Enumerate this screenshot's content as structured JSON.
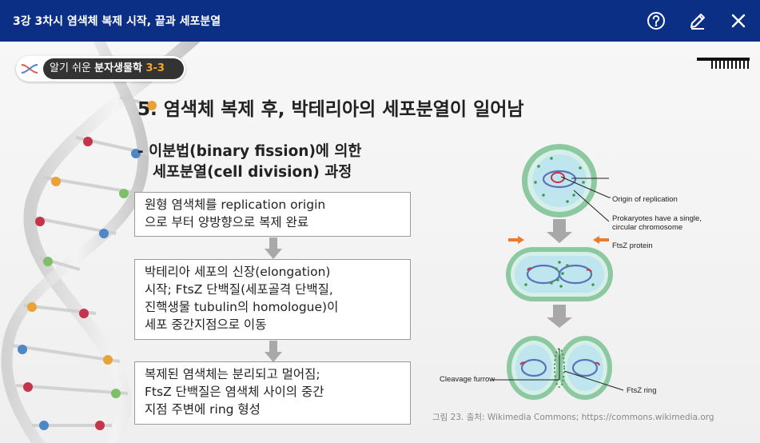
{
  "window": {
    "title": "3강 3차시 염색체 복제 시작, 끝과 세포분열",
    "accent": "#0c2f86",
    "icons": [
      "help-icon",
      "edit-icon",
      "close-icon"
    ]
  },
  "badge": {
    "prefix": "알기 쉬운 ",
    "course": "분자생물학 ",
    "number": "3-3",
    "number_color": "#f5a623"
  },
  "slide": {
    "heading": "5. 염색체 복제 후, 박테리아의 세포분열이 일어남",
    "subhead_line1": "- 이분법(binary fission)에 의한",
    "subhead_line2": "세포분열(cell division) 과정",
    "steps": [
      {
        "lines": [
          "원형 염색체를 replication origin",
          "으로 부터 양방향으로 복제 완료"
        ]
      },
      {
        "lines": [
          "박테리아 세포의 신장(elongation)",
          "시작; FtsZ 단백질(세포골격 단백질,",
          "진핵생물 tubulin의 homologue)이",
          "세포 중간지점으로 이동"
        ]
      },
      {
        "lines": [
          "복제된 염색체는 분리되고 멀어짐;",
          "FtsZ 단백질은 염색체 사이의 중간",
          "지점 주변에 ring 형성"
        ]
      }
    ],
    "diagram_labels": {
      "origin": "Origin of replication",
      "chromosome_1": "Prokaryotes have a single,",
      "chromosome_2": "circular chromosome",
      "ftsz_protein": "FtsZ protein",
      "cleavage": "Cleavage furrow",
      "ftsz_ring": "FtsZ ring"
    },
    "caption": "그림 23. 출처: Wikimedia Commons; https://commons.wikimedia.org"
  }
}
